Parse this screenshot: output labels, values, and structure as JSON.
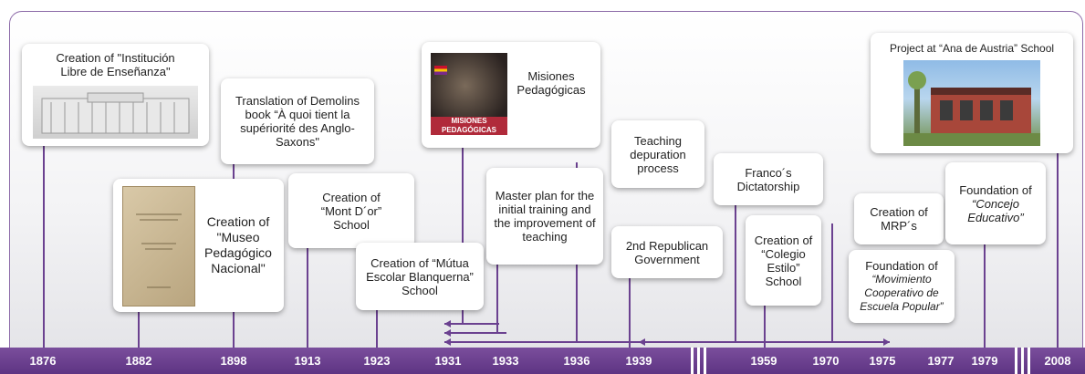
{
  "events": {
    "institucion": "Creation of \"Institución Libre de Enseñanza\"",
    "museo": "Creation of \"Museo Pedagógico Nacional\"",
    "demolins": "Translation of Demolins book “À quoi tient la supériorité des Anglo-Saxons\"",
    "montdor": "Creation of “Mont D´or” School",
    "mutua": "Creation of “Mútua Escolar Blanquerna” School",
    "misiones": "Misiones Pedagógicas",
    "misiones_cover_text": "MISIONES PEDAGÓGICAS",
    "master_plan": "Master plan for the initial training and the improvement of teaching",
    "depuration": "Teaching depuration process",
    "republic": "2nd Republican Government",
    "franco": "Franco´s Dictatorship",
    "estilo": "Creation of “Colegio Estilo” School",
    "mrp": "Creation of MRP´s",
    "mcep_prefix": "Foundation of",
    "mcep_name": "“Movimiento Cooperativo de Escuela Popular”",
    "concejo_prefix": "Foundation of",
    "concejo_name": "“Concejo Educativo”",
    "ana": "Project at “Ana de Austria” School"
  },
  "years": [
    "1876",
    "1882",
    "1898",
    "1913",
    "1923",
    "1931",
    "1933",
    "1936",
    "1939",
    "1959",
    "1970",
    "1975",
    "1977",
    "1979",
    "2008"
  ],
  "colors": {
    "axis": "#5e3483",
    "accent": "#6b4190",
    "frame": "#8c6aa8"
  }
}
